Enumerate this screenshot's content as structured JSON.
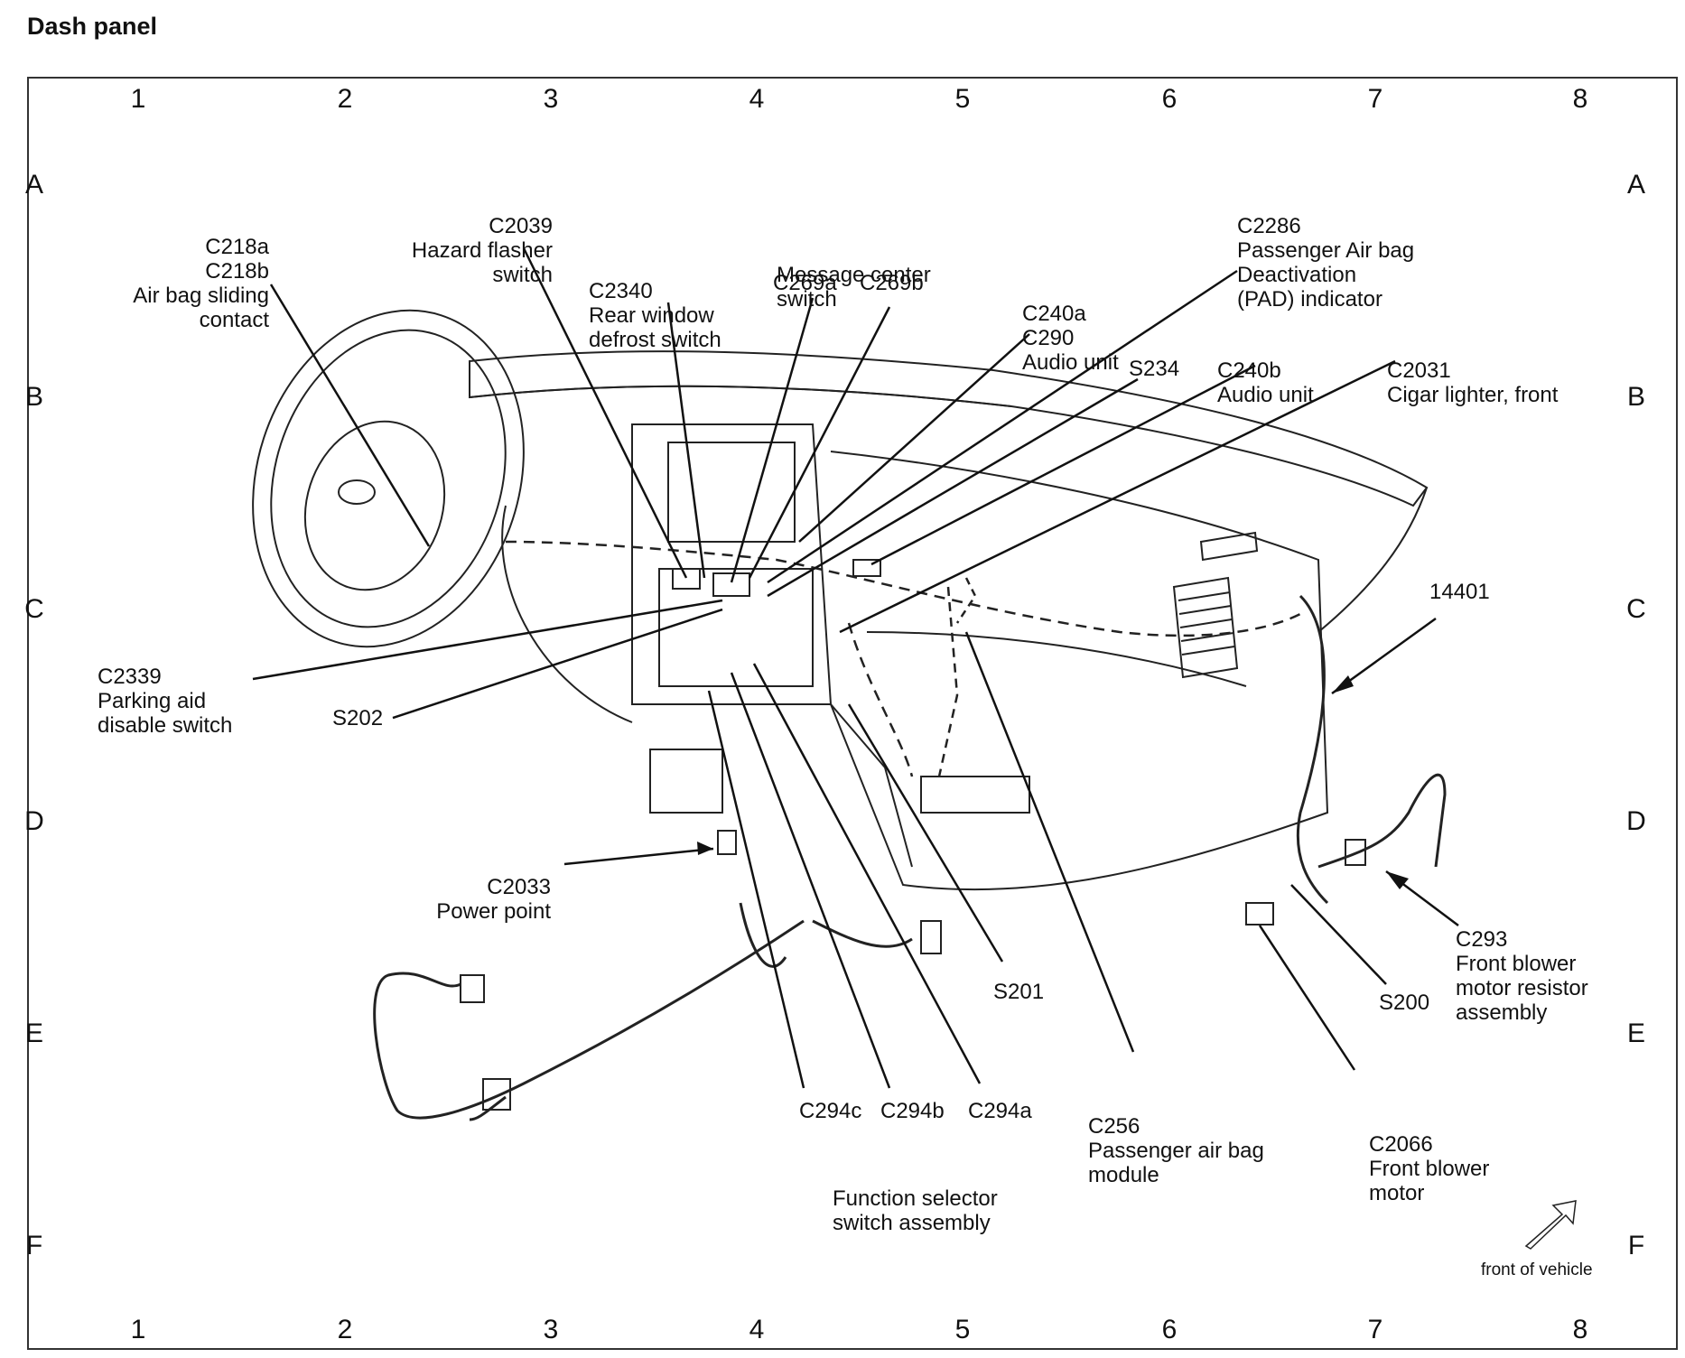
{
  "page_title": "Dash panel",
  "grid": {
    "columns": [
      "1",
      "2",
      "3",
      "4",
      "5",
      "6",
      "7",
      "8"
    ],
    "rows": [
      "A",
      "B",
      "C",
      "D",
      "E",
      "F"
    ]
  },
  "labels": {
    "c218": [
      "C218a",
      "C218b",
      "Air bag sliding",
      "contact"
    ],
    "c2039": [
      "C2039",
      "Hazard flasher",
      "switch"
    ],
    "c2340": [
      "C2340",
      "Rear window",
      "defrost switch"
    ],
    "message_center": [
      "Message center",
      "switch"
    ],
    "c269a": [
      "C269a"
    ],
    "c269b": [
      "C269b"
    ],
    "c240a": [
      "C240a",
      "C290",
      "Audio unit"
    ],
    "c2286": [
      "C2286",
      "Passenger Air bag",
      "Deactivation",
      "(PAD) indicator"
    ],
    "c240b": [
      "C240b",
      "Audio unit"
    ],
    "c2031": [
      "C2031",
      "Cigar lighter, front"
    ],
    "s234": [
      "S234"
    ],
    "c2339": [
      "C2339",
      "Parking aid",
      "disable switch"
    ],
    "s202": [
      "S202"
    ],
    "w14401": [
      "14401"
    ],
    "c2033": [
      "C2033",
      "Power point"
    ],
    "c293": [
      "C293",
      "Front blower",
      "motor resistor",
      "assembly"
    ],
    "s201": [
      "S201"
    ],
    "s200": [
      "S200"
    ],
    "c294c": [
      "C294c"
    ],
    "c294b": [
      "C294b"
    ],
    "c294a": [
      "C294a"
    ],
    "function_selector": [
      "Function selector",
      "switch assembly"
    ],
    "c256": [
      "C256",
      "Passenger air bag",
      "module"
    ],
    "c2066": [
      "C2066",
      "Front blower",
      "motor"
    ],
    "front_of_vehicle": [
      "front of vehicle"
    ]
  }
}
